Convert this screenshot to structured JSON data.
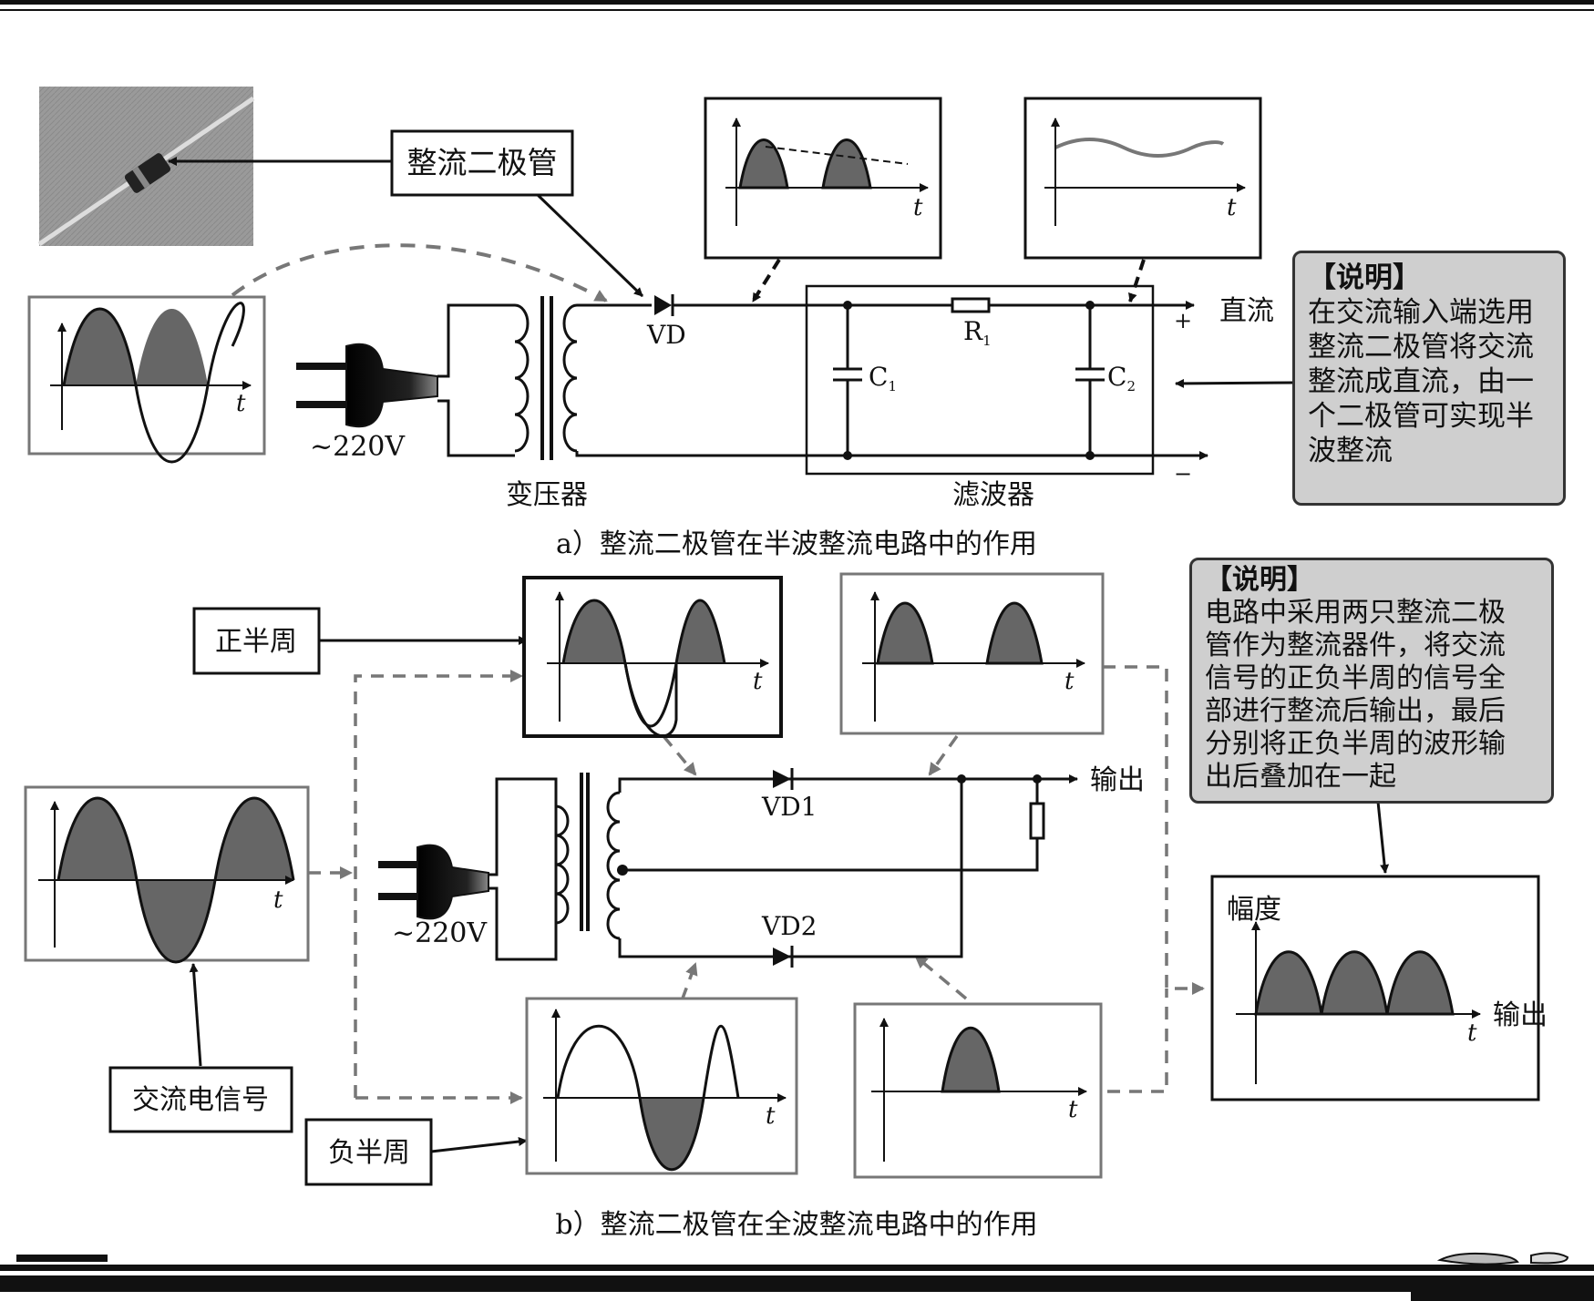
{
  "part_a": {
    "caption": "a）整流二极管在半波整流电路中的作用",
    "label_rectifier_diode": "整流二极管",
    "label_vd": "VD",
    "label_c1_main": "C",
    "label_c1_sub": "1",
    "label_c2_main": "C",
    "label_c2_sub": "2",
    "label_r1_main": "R",
    "label_r1_sub": "1",
    "label_dc": "直流",
    "label_plus": "+",
    "label_minus": "−",
    "label_voltage": "~220V",
    "label_transformer": "变压器",
    "label_filter": "滤波器",
    "axis_t": "t",
    "note_heading": "【说明】",
    "note_lines": [
      "在交流输入端选用",
      "整流二极管将交流",
      "整流成直流，由一",
      "个二极管可实现半",
      "波整流"
    ]
  },
  "part_b": {
    "caption": "b）整流二极管在全波整流电路中的作用",
    "label_positive_half": "正半周",
    "label_negative_half": "负半周",
    "label_ac_signal": "交流电信号",
    "label_vd1": "VD1",
    "label_vd2": "VD2",
    "label_output": "输出",
    "label_voltage": "~220V",
    "label_amplitude": "幅度",
    "label_output_axis": "输出",
    "axis_t": "t",
    "note_heading": "【说明】",
    "note_lines": [
      "电路中采用两只整流二极",
      "管作为整流器件，将交流",
      "信号的正负半周的信号全",
      "部进行整流后输出，最后",
      "分别将正负半周的波形输",
      "出后叠加在一起"
    ]
  },
  "colors": {
    "wave_fill": "#666666",
    "note_bg": "#cfcfcf",
    "dashed": "#777777"
  }
}
